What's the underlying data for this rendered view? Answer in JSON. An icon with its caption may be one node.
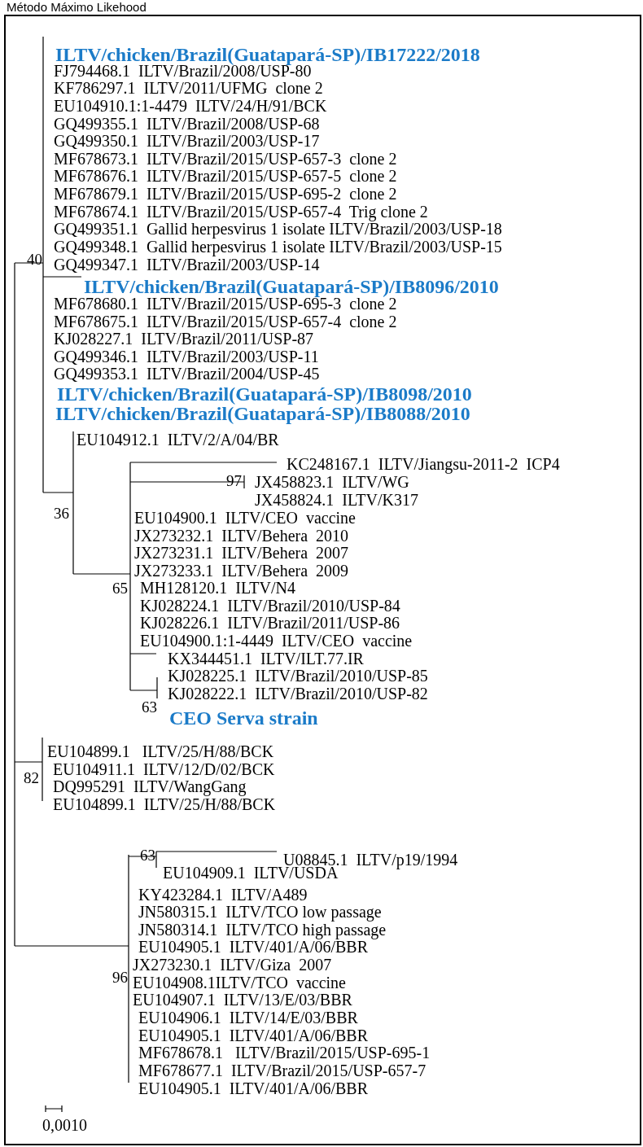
{
  "diagram": {
    "title": "Método Máximo Likehood",
    "labels": [
      "ILTV/chicken/Brazil(Guatapará-SP)/IB17222/2018",
      "FJ794468.1  ILTV/Brazil/2008/USP-80",
      "KF786297.1  ILTV/2011/UFMG  clone 2",
      "EU104910.1:1-4479  ILTV/24/H/91/BCK",
      "GQ499355.1  ILTV/Brazil/2008/USP-68",
      "GQ499350.1  ILTV/Brazil/2003/USP-17",
      "MF678673.1  ILTV/Brazil/2015/USP-657-3  clone 2",
      "MF678676.1  ILTV/Brazil/2015/USP-657-5  clone 2",
      "MF678679.1  ILTV/Brazil/2015/USP-695-2  clone 2",
      "MF678674.1  ILTV/Brazil/2015/USP-657-4  Trig clone 2",
      "GQ499351.1  Gallid herpesvirus 1 isolate ILTV/Brazil/2003/USP-18",
      "GQ499348.1  Gallid herpesvirus 1 isolate ILTV/Brazil/2003/USP-15",
      "40",
      "GQ499347.1  ILTV/Brazil/2003/USP-14",
      "ILTV/chicken/Brazil(Guatapará-SP)/IB8096/2010",
      "MF678680.1  ILTV/Brazil/2015/USP-695-3  clone 2",
      "MF678675.1  ILTV/Brazil/2015/USP-657-4  clone 2",
      "KJ028227.1  ILTV/Brazil/2011/USP-87",
      "GQ499346.1  ILTV/Brazil/2003/USP-11",
      "GQ499353.1  ILTV/Brazil/2004/USP-45",
      "ILTV/chicken/Brazil(Guatapará-SP)/IB8098/2010",
      "ILTV/chicken/Brazil(Guatapará-SP)/IB8088/2010",
      "EU104912.1  ILTV/2/A/04/BR",
      "KC248167.1  ILTV/Jiangsu-2011-2  ICP4",
      "97",
      "JX458823.1  ILTV/WG",
      "JX458824.1  ILTV/K317",
      "36",
      "EU104900.1  ILTV/CEO  vaccine",
      "JX273232.1  ILTV/Behera  2010",
      "JX273231.1  ILTV/Behera  2007",
      "JX273233.1  ILTV/Behera  2009",
      "65",
      "MH128120.1  ILTV/N4",
      "KJ028224.1  ILTV/Brazil/2010/USP-84",
      "KJ028226.1  ILTV/Brazil/2011/USP-86",
      "EU104900.1:1-4449  ILTV/CEO  vaccine",
      "KX344451.1  ILTV/ILT.77.IR",
      "KJ028225.1  ILTV/Brazil/2010/USP-85",
      "KJ028222.1  ILTV/Brazil/2010/USP-82",
      "63",
      "CEO Serva strain",
      "EU104899.1   ILTV/25/H/88/BCK",
      "EU104911.1  ILTV/12/D/02/BCK",
      "82",
      "DQ995291  ILTV/WangGang",
      "EU104899.1  ILTV/25/H/88/BCK",
      "63",
      "U08845.1  ILTV/p19/1994",
      "EU104909.1  ILTV/USDA",
      "KY423284.1  ILTV/A489",
      "JN580315.1  ILTV/TCO low passage",
      "JN580314.1  ILTV/TCO high passage",
      "EU104905.1  ILTV/401/A/06/BBR",
      "JX273230.1  ILTV/Giza  2007",
      "96",
      "EU104908.1ILTV/TCO  vaccine",
      "EU104907.1  ILTV/13/E/03/BBR",
      "EU104906.1  ILTV/14/E/03/BBR",
      "EU104905.1  ILTV/401/A/06/BBR",
      "MF678678.1   ILTV/Brazil/2015/USP-695-1",
      "MF678677.1  ILTV/Brazil/2015/USP-657-7",
      "EU104905.1  ILTV/401/A/06/BBR",
      "0,0010"
    ]
  }
}
